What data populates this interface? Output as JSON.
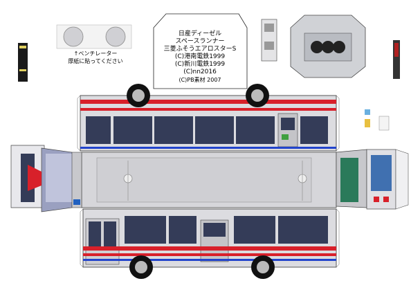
{
  "credits": {
    "line1": "日産ディーゼル",
    "line2": "スペースランナー",
    "line3": "三菱ふそうエアロスターS",
    "line4": "(C)港南電鉄1999",
    "line5": "(C)新川電鉄1999",
    "line6": "(C)nn2016",
    "line7": "(C)PB素材 2007"
  },
  "vent_label": {
    "line1": "↑ベンチレーター",
    "line2": "厚紙に貼ってください"
  },
  "colors": {
    "body": "#d8d8dc",
    "stripe_red": "#d8202a",
    "stripe_blue": "#2244cc",
    "window": "#343c58",
    "window_light": "#9aa0c0",
    "wheel": "#111111",
    "outline": "#333333",
    "green_panel": "#2a7a5a"
  },
  "icons": {
    "wheel": "bus-wheel-icon",
    "vent": "ventilator-icon",
    "tab": "glue-tab-icon"
  }
}
